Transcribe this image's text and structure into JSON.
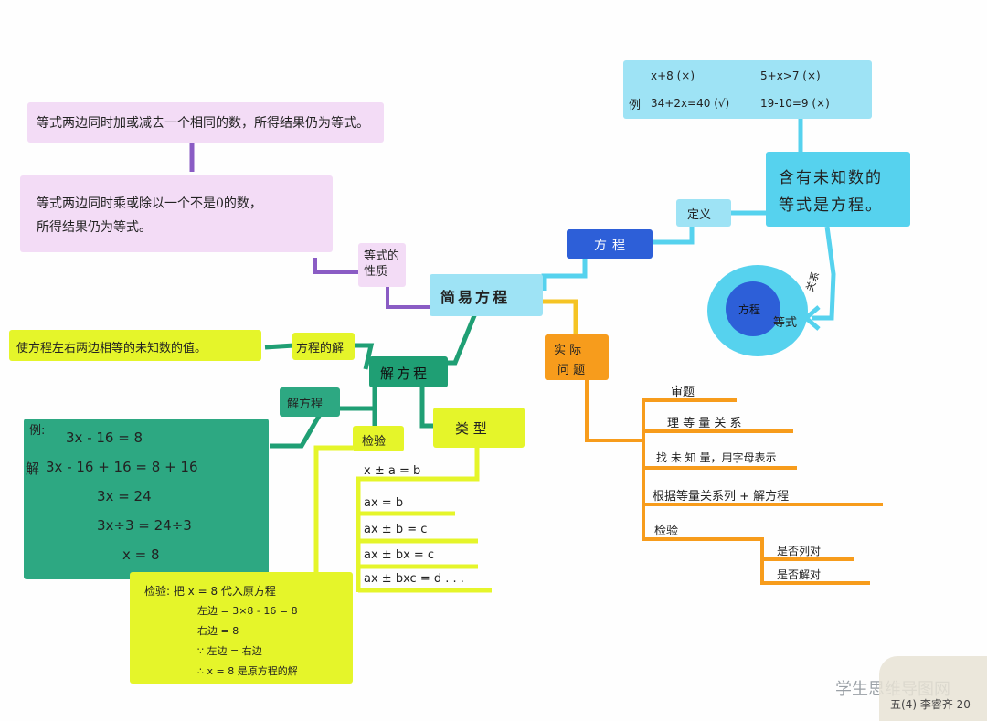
{
  "center": {
    "label": "简易方程"
  },
  "property_branch": {
    "label": "等式的\n性质",
    "rule1": "等式两边同时加或减去一个相同的数，所得结果仍为等式。",
    "rule2_line1": "等式两边同时乘或除以一个不是0的数，",
    "rule2_line2": "所得结果仍为等式。"
  },
  "equation_branch": {
    "label": "方程",
    "definition_label": "定义",
    "definition_text_line1": "含有未知数的",
    "definition_text_line2": "等式是方程。",
    "examples_prefix": "例",
    "examples": [
      "x+8 (×)",
      "5+x>7 (×)",
      "34+2x=40 (√)",
      "19-10=9 (×)"
    ],
    "relation_label": "关系",
    "outer_circle_label": "等式",
    "inner_circle_label": "方程"
  },
  "solve_branch": {
    "label": "解方程",
    "solution_label": "方程的解",
    "solution_text": "使方程左右两边相等的未知数的值。",
    "solving_label": "解方程",
    "example_prefix": "例:",
    "solve_prefix": "解",
    "steps": [
      "3x - 16 = 8",
      "3x - 16 + 16 = 8 + 16",
      "3x = 24",
      "3x÷3 = 24÷3",
      "x = 8"
    ],
    "check_label": "检验",
    "check_lines": [
      "检验: 把 x = 8 代入原方程",
      "左边 = 3×8 - 16 = 8",
      "右边 = 8",
      "∵ 左边 = 右边",
      "∴ x = 8 是原方程的解"
    ],
    "types_label": "类 型",
    "types": [
      "x ± a = b",
      "ax = b",
      "ax ± b = c",
      "ax ± bx = c",
      "ax ± bxc = d . . ."
    ]
  },
  "practical_branch": {
    "label_line1": "实 际",
    "label_line2": "问 题",
    "steps": [
      "审题",
      "理 等 量 关 系",
      "找 未 知 量，用字母表示",
      "根据等量关系列 + 解方程",
      "检验"
    ],
    "check_items": [
      "是否列对",
      "是否解对"
    ]
  },
  "footer": {
    "watermark": "学生思维导图网",
    "signature": "五(4) 李睿齐 20"
  },
  "colors": {
    "light_purple": "#f3dcf6",
    "purple_line": "#8a5cc4",
    "light_blue": "#9ee3f5",
    "cyan": "#56d2ee",
    "blue": "#2d5fd8",
    "yellow": "#e5f52a",
    "green": "#1f9f74",
    "teal": "#2da882",
    "orange": "#f79c1c"
  }
}
